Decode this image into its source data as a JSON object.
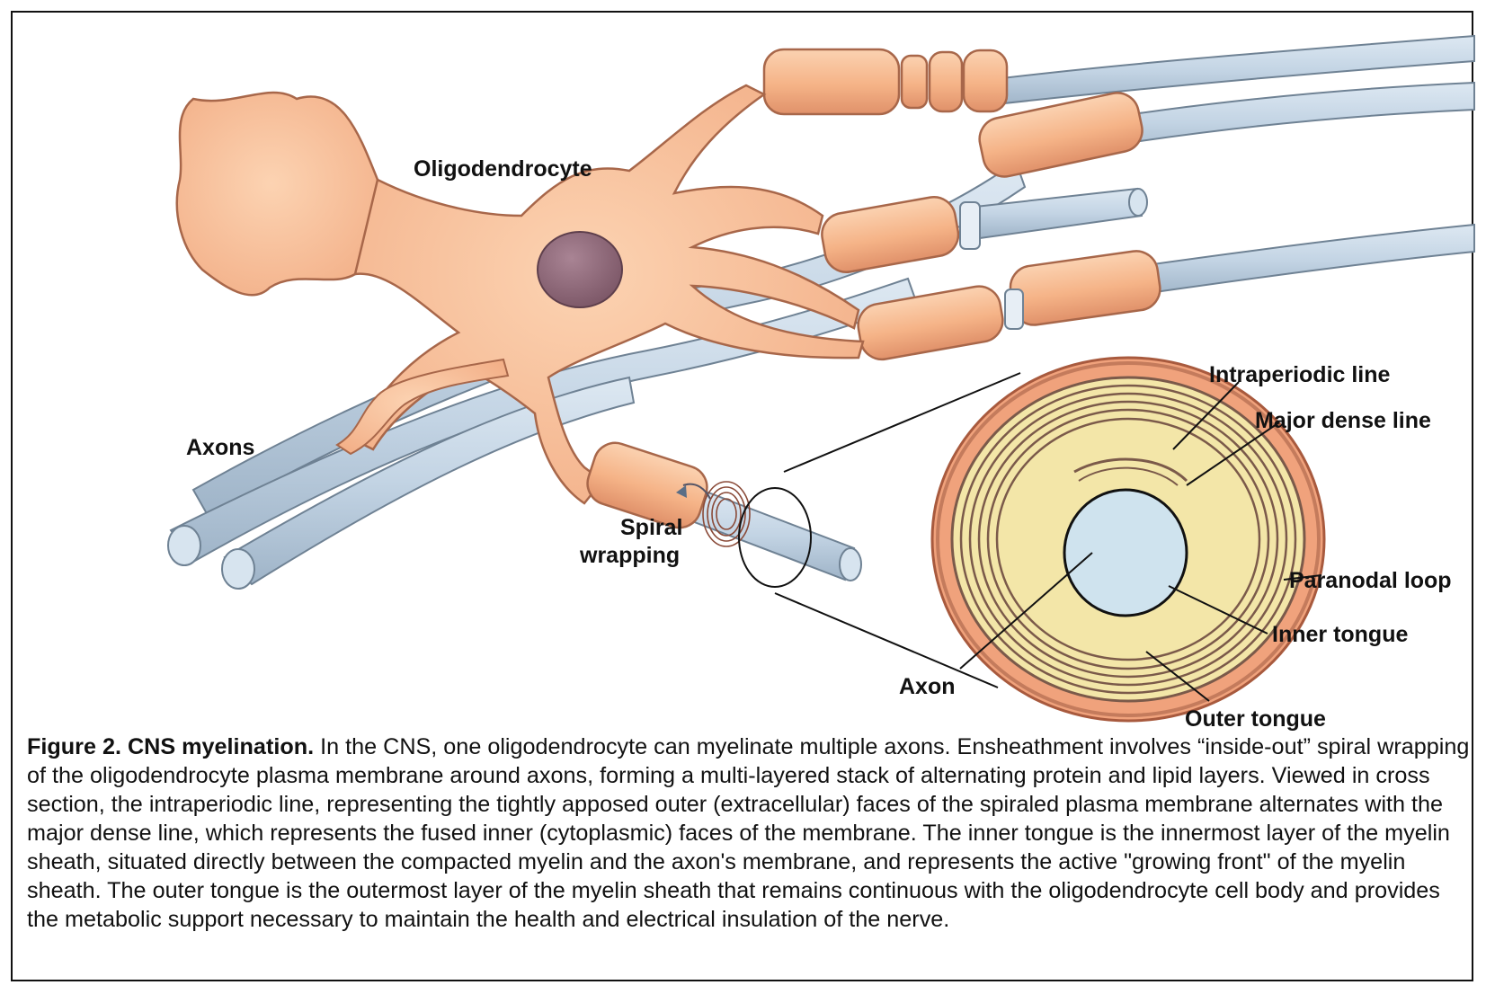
{
  "labels": {
    "oligodendrocyte": "Oligodendrocyte",
    "axons": "Axons",
    "spiral_line1": "Spiral",
    "spiral_line2": "wrapping",
    "intraperiodic_line": "Intraperiodic line",
    "major_dense_line": "Major dense line",
    "paranodal_loop": "Paranodal loop",
    "inner_tongue": "Inner tongue",
    "outer_tongue": "Outer tongue",
    "axon": "Axon"
  },
  "caption": {
    "title": "Figure 2. CNS myelination.",
    "body": " In the CNS, one oligodendrocyte can myelinate multiple axons. Ensheathment involves “inside-out” spiral wrapping of the oligodendrocyte plasma membrane around axons, forming a multi-layered stack of alternating protein and lipid layers. Viewed in cross section, the intraperiodic line, representing the tightly apposed outer (extracellular) faces of the spiraled plasma membrane alternates with the major dense line, which represents the fused inner (cytoplasmic) faces of the membrane. The inner tongue is the innermost layer of the myelin sheath, situated directly between the compacted myelin and the axon's membrane, and represents the active \"growing front\" of the myelin sheath. The outer tongue is the outermost layer of the myelin sheath that remains continuous with the oligodendrocyte cell body and  provides the metabolic support necessary to maintain the health and electrical insulation of the nerve."
  },
  "colors": {
    "myelin": "#f5b589",
    "myelin_edge": "#a8674a",
    "axon": "#c6d7e6",
    "axon_edge": "#6f8294",
    "nucleus": "#8e6877",
    "cross_axon": "#cfe3ee",
    "cross_cream": "#f3e6a8",
    "cross_outer": "#f0a27c"
  }
}
